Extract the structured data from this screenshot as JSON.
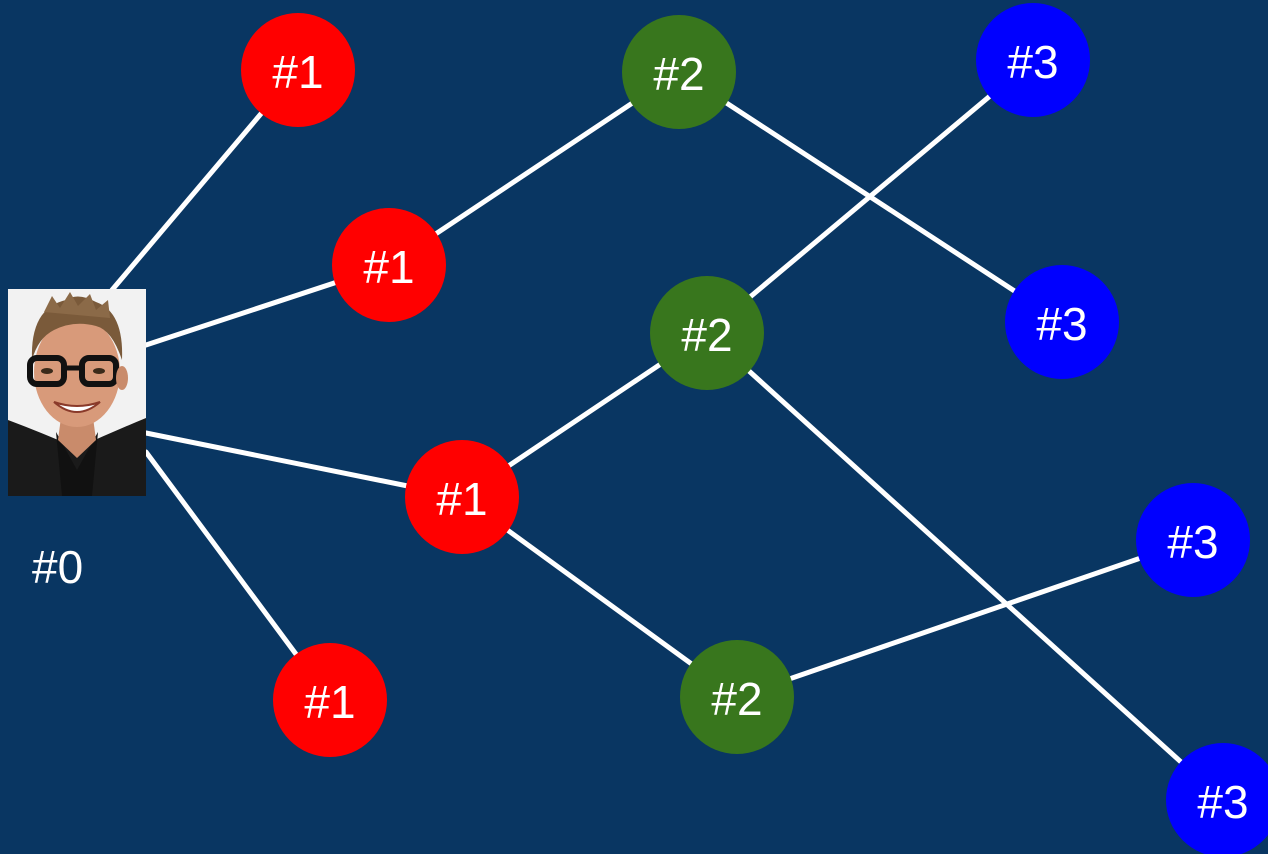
{
  "colors": {
    "background": "#093662",
    "edge": "#ffffff",
    "degree1": "#ff0000",
    "degree2": "#38761d",
    "degree3": "#0000ff",
    "text": "#ffffff"
  },
  "root": {
    "label": "#0",
    "photo_icon": "portrait-photo-icon"
  },
  "nodes": [
    {
      "id": "n1a",
      "label": "#1",
      "degree": 1
    },
    {
      "id": "n1b",
      "label": "#1",
      "degree": 1
    },
    {
      "id": "n1c",
      "label": "#1",
      "degree": 1
    },
    {
      "id": "n1d",
      "label": "#1",
      "degree": 1
    },
    {
      "id": "n2a",
      "label": "#2",
      "degree": 2
    },
    {
      "id": "n2b",
      "label": "#2",
      "degree": 2
    },
    {
      "id": "n2c",
      "label": "#2",
      "degree": 2
    },
    {
      "id": "n3a",
      "label": "#3",
      "degree": 3
    },
    {
      "id": "n3b",
      "label": "#3",
      "degree": 3
    },
    {
      "id": "n3c",
      "label": "#3",
      "degree": 3
    },
    {
      "id": "n3d",
      "label": "#3",
      "degree": 3
    }
  ],
  "edges": [
    [
      "root",
      "n1a"
    ],
    [
      "root",
      "n1b"
    ],
    [
      "root",
      "n1c"
    ],
    [
      "root",
      "n1d"
    ],
    [
      "n1b",
      "n2a"
    ],
    [
      "n1c",
      "n2b"
    ],
    [
      "n1c",
      "n2c"
    ],
    [
      "n2a",
      "n3b"
    ],
    [
      "n2b",
      "n3a"
    ],
    [
      "n2b",
      "n3d"
    ],
    [
      "n2c",
      "n3c"
    ]
  ]
}
